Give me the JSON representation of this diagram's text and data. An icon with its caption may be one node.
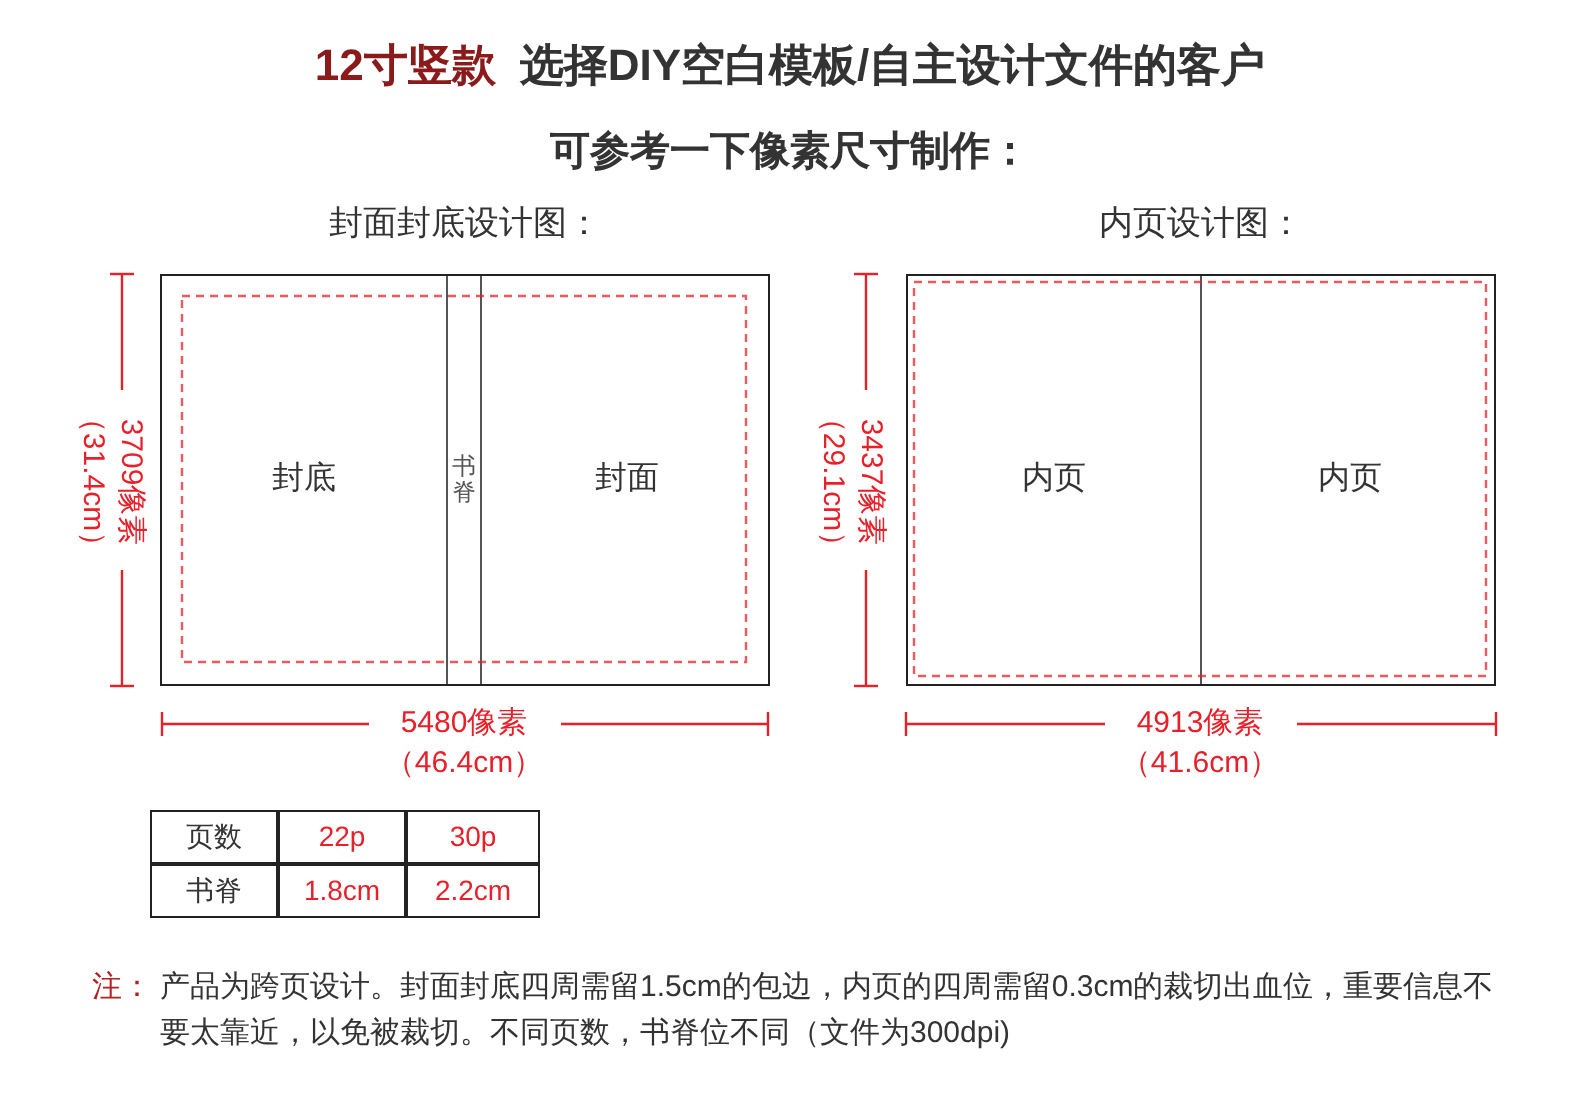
{
  "diagram": {
    "nodes": [
      {
        "text": [
          "封面封底设计图："
        ]
      },
      {
        "text": [
          "封底"
        ],
        "in": 0
      },
      {
        "text": [
          "书脊"
        ],
        "in": 0
      },
      {
        "text": [
          "封面"
        ],
        "in": 0
      },
      {
        "text": [
          "内页设计图："
        ]
      },
      {
        "text": [
          "内页"
        ],
        "in": 4
      },
      {
        "text": [
          "内页"
        ],
        "in": 4
      }
    ],
    "labels": [
      "12寸竖款",
      "选择DIY空白模板/自主设计文件的客户",
      "可参考一下像素尺寸制作：",
      "（31.4cm）",
      "3709像素",
      "（29.1cm）",
      "3437像素",
      "5480像素",
      "（46.4cm）",
      "4913像素",
      "（41.6cm）",
      "页数",
      "22p",
      "30p",
      "书脊",
      "1.8cm",
      "2.2cm",
      "注：",
      "产品为跨页设计。封面封底四周需留1.5cm的包边，内页的四周需留0.3cm的裁切出血位，重要信息不要太靠近，以免被裁切。不同页数，书脊位不同（文件为300dpi)"
    ]
  }
}
